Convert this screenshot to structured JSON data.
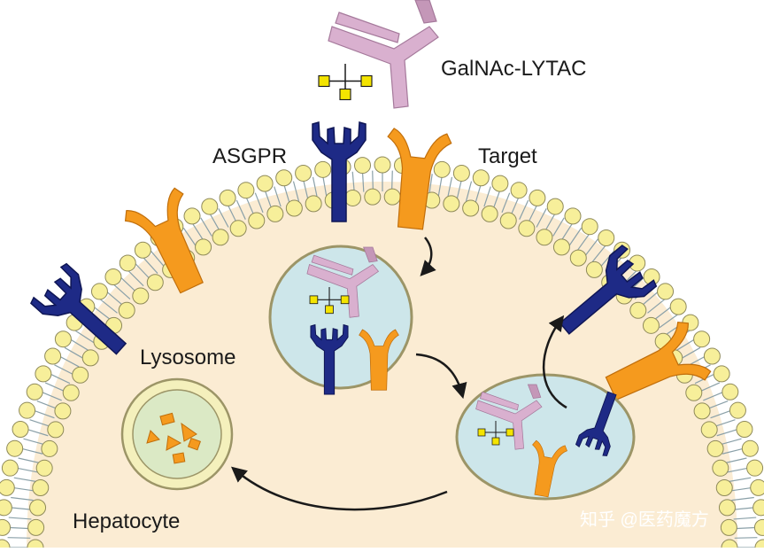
{
  "labels": {
    "lytac": "GalNAc-LYTAC",
    "asgpr": "ASGPR",
    "target": "Target",
    "lysosome": "Lysosome",
    "hepatocyte": "Hepatocyte"
  },
  "watermark": "知乎 @医药魔方",
  "colors": {
    "cytoplasm": "#fbecd3",
    "lipid_head": "#f7ef9a",
    "lipid_head_stroke": "#8f8a5a",
    "vesicle": "#cde6ea",
    "vesicle_stroke": "#9c9567",
    "lysosome_outer": "#f4f0bc",
    "lysosome_inner": "#dbe9c5",
    "receptor": "#1e2a86",
    "target_protein": "#f59a1e",
    "antibody": "#d9b0cf",
    "galnac": "#f4e400",
    "arrow": "#1a1a1a"
  }
}
